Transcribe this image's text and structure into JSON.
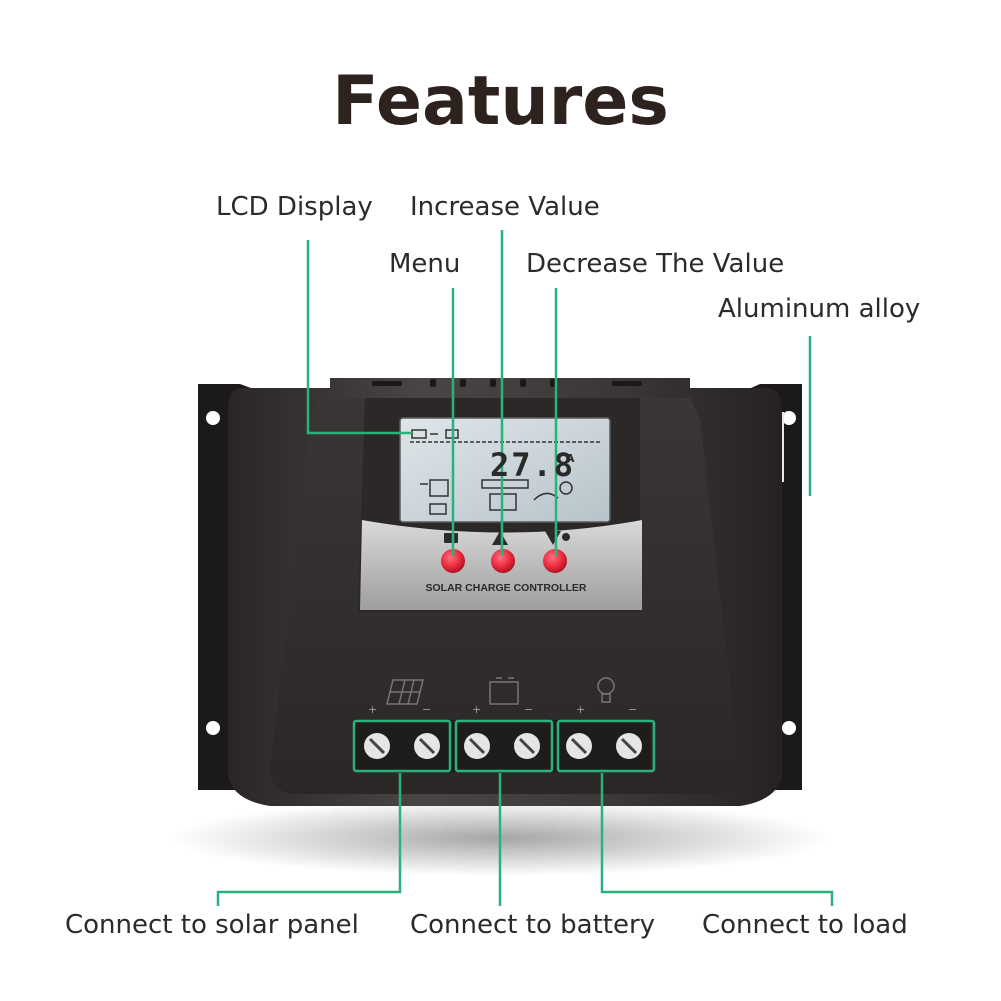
{
  "title": "Features",
  "callouts": {
    "lcd_display": "LCD Display",
    "increase_value": "Increase Value",
    "menu": "Menu",
    "decrease_value": "Decrease The Value",
    "aluminum_alloy": "Aluminum alloy",
    "connect_solar": "Connect to solar panel",
    "connect_battery": "Connect to battery",
    "connect_load": "Connect to load"
  },
  "device": {
    "brand_label": "SOLAR CHARGE CONTROLLER",
    "lcd_reading": "27.8",
    "lcd_unit": "A",
    "terminal_plus": "+",
    "terminal_minus": "−",
    "button_color": "#e8283a",
    "callout_line_color": "#29b37a"
  },
  "icons": [
    "solar-panel-icon",
    "battery-icon",
    "bulb-icon",
    "menu-icon",
    "up-icon",
    "down-icon"
  ]
}
